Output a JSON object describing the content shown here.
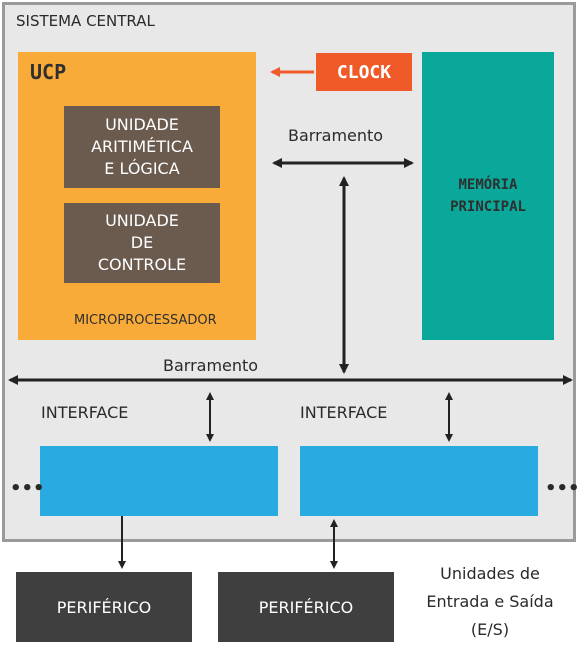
{
  "sistema": {
    "title": "SISTEMA CENTRAL"
  },
  "ucp": {
    "title": "UCP",
    "ula_lines": [
      "UNIDADE",
      "ARITIMÉTICA",
      "E LÓGICA"
    ],
    "uc_lines": [
      "UNIDADE",
      "DE",
      "CONTROLE"
    ],
    "micro_label": "MICROPROCESSADOR"
  },
  "clock": {
    "label": "CLOCK"
  },
  "memoria": {
    "lines": [
      "MEMÓRIA",
      "PRINCIPAL"
    ]
  },
  "barramento": {
    "upper": "Barramento",
    "main": "Barramento"
  },
  "interfaces": {
    "left": "INTERFACE",
    "right": "INTERFACE"
  },
  "dots": {
    "left": "•••",
    "right": "•••"
  },
  "perifericos": {
    "left": "PERIFÉRICO",
    "right": "PERIFÉRICO"
  },
  "es": {
    "lines": [
      "Unidades de",
      "Entrada e Saída",
      "(E/S)"
    ]
  },
  "colors": {
    "ucp": "#f9ab3a",
    "clock": "#f05a28",
    "memoria": "#0aa89a",
    "unit": "#6b5a4e",
    "interface": "#29abe2",
    "periferico": "#3f3f3f",
    "arrow": "#222222"
  }
}
